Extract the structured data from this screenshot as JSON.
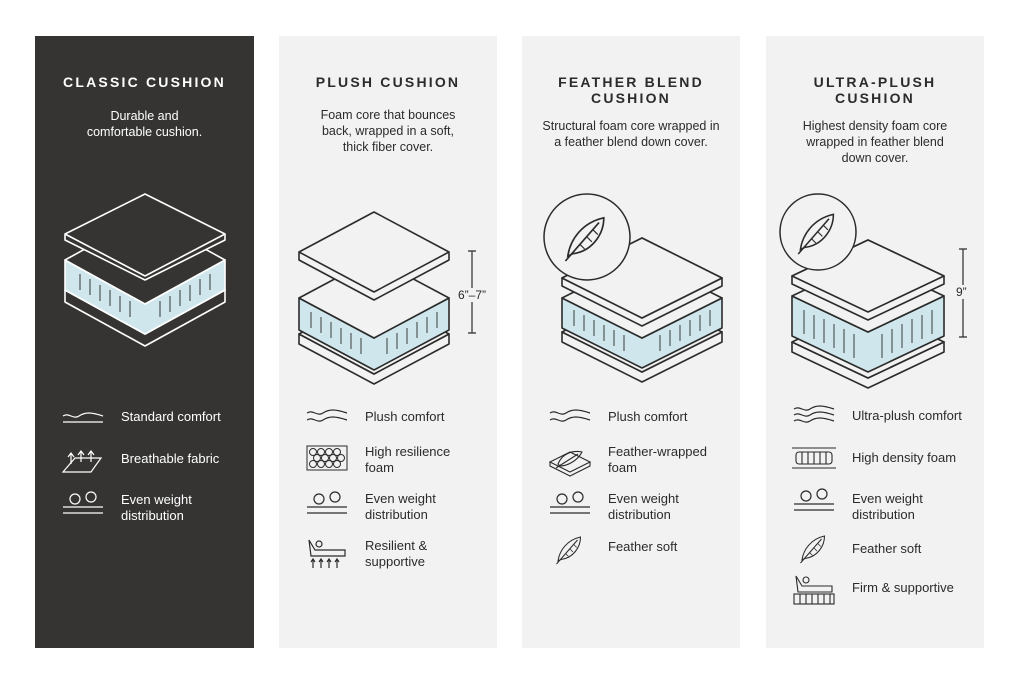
{
  "colors": {
    "dark_card": "#353433",
    "light_card": "#f2f2f2",
    "foam": "#cfe7ec",
    "stroke_dark": "#2b2b2b",
    "stroke_light": "#ffffff"
  },
  "cards": [
    {
      "title": "CLASSIC CUSHION",
      "description": "Durable and\ncomfortable cushion.",
      "features": [
        {
          "icon": "wave-surface-icon",
          "label": "Standard comfort"
        },
        {
          "icon": "airflow-icon",
          "label": "Breathable fabric"
        },
        {
          "icon": "weight-distribution-icon",
          "label": "Even weight\ndistribution"
        }
      ]
    },
    {
      "title": "PLUSH CUSHION",
      "description": "Foam core that bounces\nback, wrapped in a soft,\nthick fiber cover.",
      "measure": "6”–7”",
      "features": [
        {
          "icon": "wavy-lines-icon",
          "label": "Plush comfort"
        },
        {
          "icon": "foam-cells-icon",
          "label": "High resilience\nfoam"
        },
        {
          "icon": "weight-distribution-icon",
          "label": "Even weight\ndistribution"
        },
        {
          "icon": "support-arrows-icon",
          "label": "Resilient &\nsupportive"
        }
      ]
    },
    {
      "title": "FEATHER BLEND\nCUSHION",
      "description": "Structural foam core wrapped in\na feather blend down cover.",
      "features": [
        {
          "icon": "wavy-lines-icon",
          "label": "Plush comfort"
        },
        {
          "icon": "feather-wrap-icon",
          "label": "Feather-wrapped\nfoam"
        },
        {
          "icon": "weight-distribution-icon",
          "label": "Even weight\ndistribution"
        },
        {
          "icon": "feather-icon",
          "label": "Feather soft"
        }
      ]
    },
    {
      "title": "ULTRA-PLUSH\nCUSHION",
      "description": "Highest density foam core\nwrapped in feather blend\ndown cover.",
      "measure": "9”",
      "features": [
        {
          "icon": "wavy-lines-icon",
          "label": "Ultra-plush comfort"
        },
        {
          "icon": "dense-foam-icon",
          "label": "High density foam"
        },
        {
          "icon": "weight-distribution-icon",
          "label": "Even weight\ndistribution"
        },
        {
          "icon": "feather-icon",
          "label": "Feather soft"
        },
        {
          "icon": "firm-support-icon",
          "label": "Firm & supportive"
        }
      ]
    }
  ]
}
